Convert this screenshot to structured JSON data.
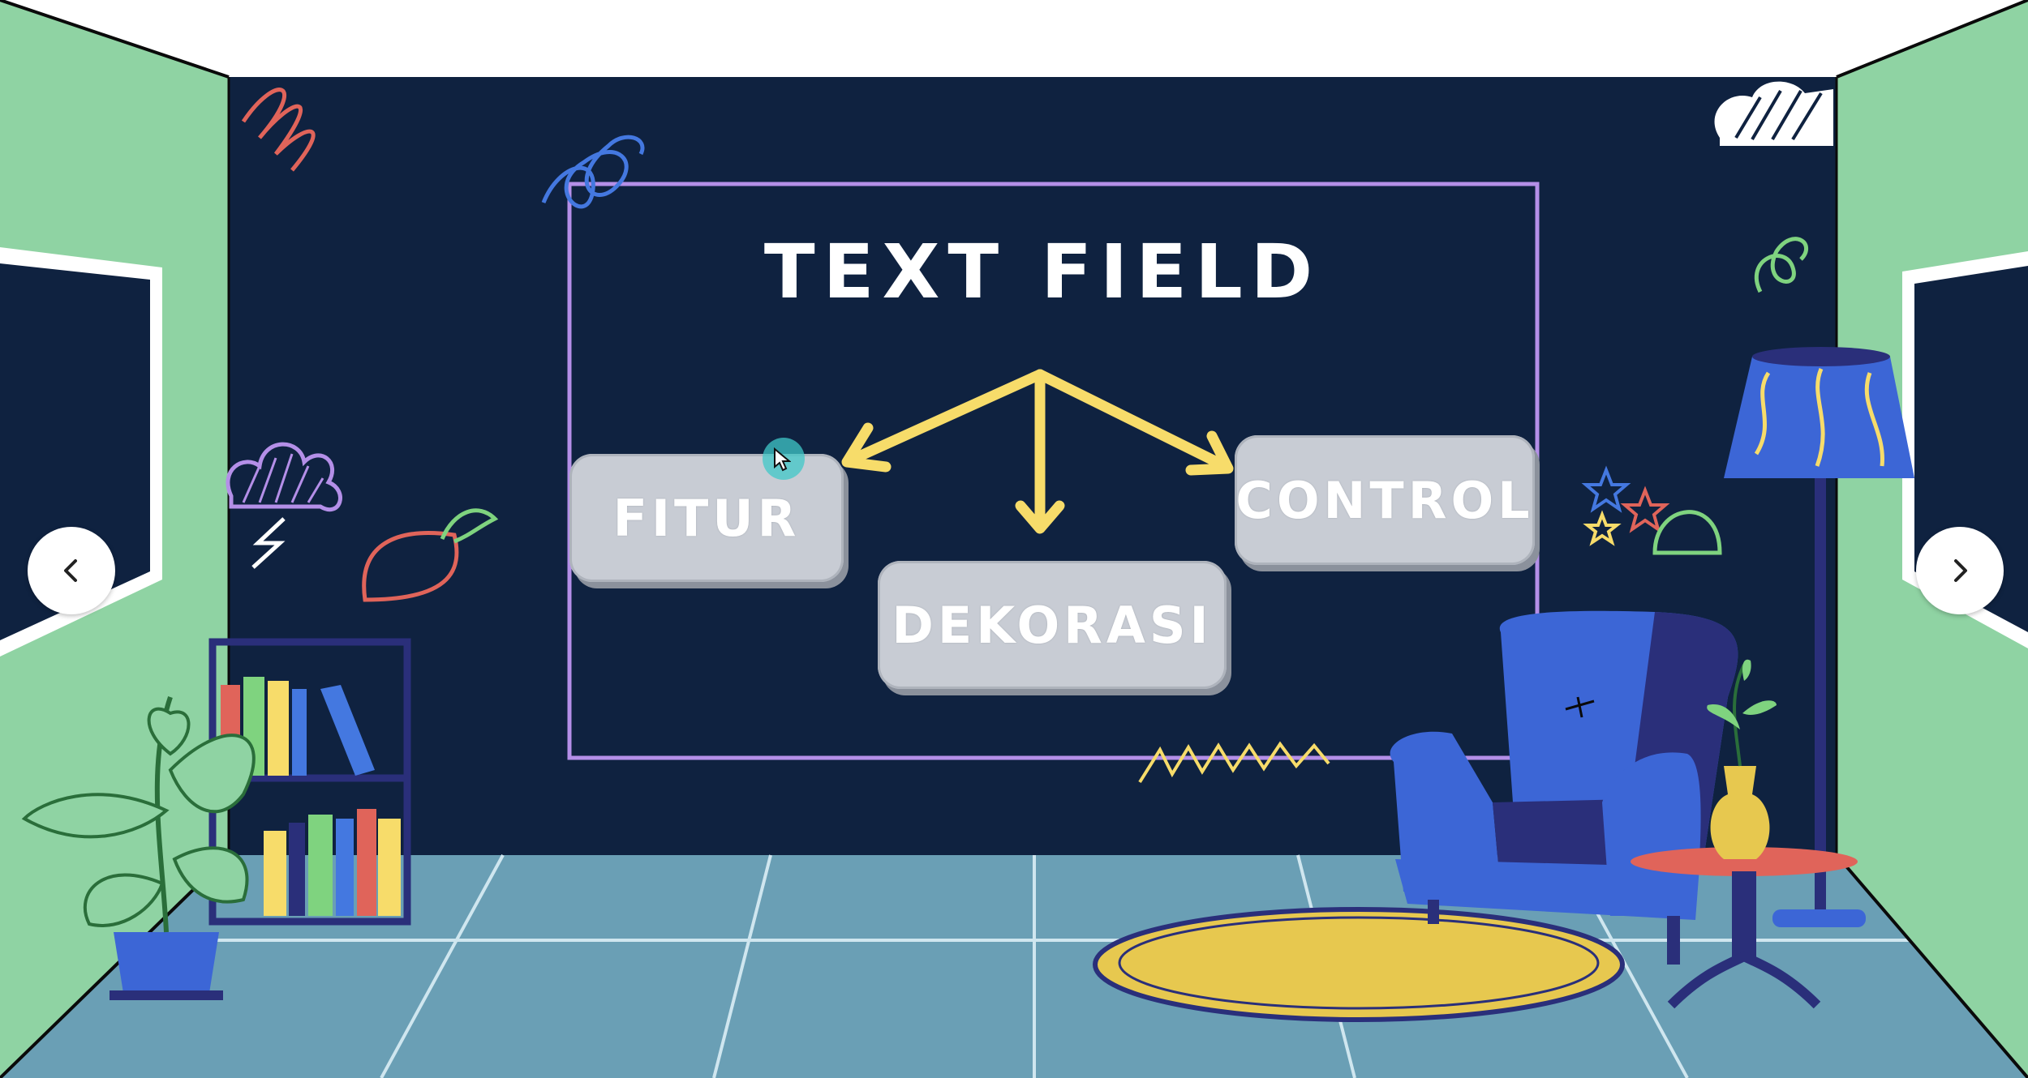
{
  "slide": {
    "title": "TEXT FIELD",
    "topics": [
      {
        "label": "FITUR"
      },
      {
        "label": "CONTROL"
      },
      {
        "label": "DEKORASI"
      }
    ]
  },
  "navigation": {
    "prev_icon": "chevron-left-icon",
    "next_icon": "chevron-right-icon"
  },
  "colors": {
    "chalkboard": "#0f2240",
    "wall": "#8fd3a3",
    "floor": "#6a9fb5",
    "frame_border": "#b48fe8",
    "arrow": "#f7dc6a",
    "button": "#c8ccd4",
    "chair": "#3c66d6",
    "rug": "#e7c84f"
  }
}
